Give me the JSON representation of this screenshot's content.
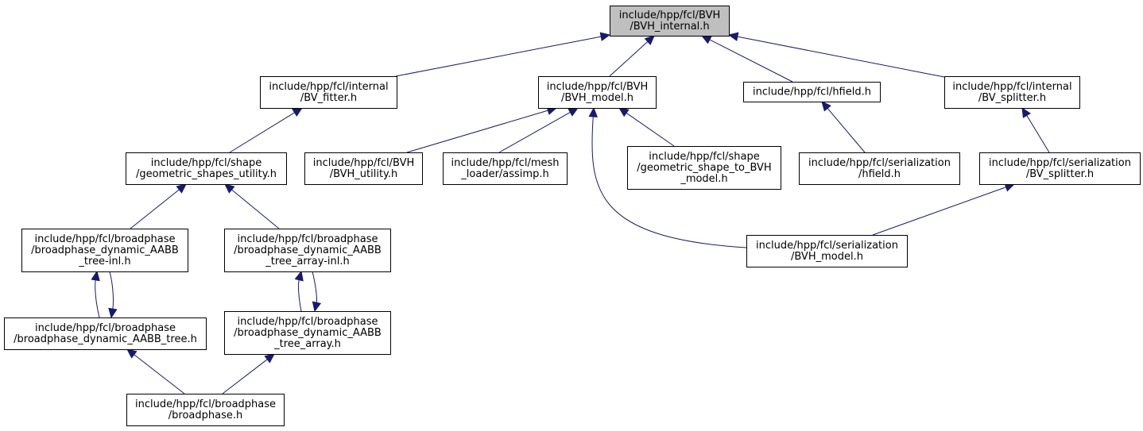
{
  "colors": {
    "edge": "#191970",
    "node_fill": "#ffffff",
    "focus_fill": "#bfbfbf",
    "border": "#000000"
  },
  "nodes": [
    {
      "id": "bvh_internal",
      "lines": [
        "include/hpp/fcl/BVH",
        "/BVH_internal.h"
      ],
      "focus": true
    },
    {
      "id": "bv_fitter",
      "lines": [
        "include/hpp/fcl/internal",
        "/BV_fitter.h"
      ]
    },
    {
      "id": "bvh_model",
      "lines": [
        "include/hpp/fcl/BVH",
        "/BVH_model.h"
      ]
    },
    {
      "id": "hfield",
      "lines": [
        "include/hpp/fcl/hfield.h"
      ]
    },
    {
      "id": "bv_splitter",
      "lines": [
        "include/hpp/fcl/internal",
        "/BV_splitter.h"
      ]
    },
    {
      "id": "geometric_shapes_utility",
      "lines": [
        "include/hpp/fcl/shape",
        "/geometric_shapes_utility.h"
      ]
    },
    {
      "id": "bvh_utility",
      "lines": [
        "include/hpp/fcl/BVH",
        "/BVH_utility.h"
      ]
    },
    {
      "id": "assimp",
      "lines": [
        "include/hpp/fcl/mesh",
        "_loader/assimp.h"
      ]
    },
    {
      "id": "geometric_shape_to_bvh",
      "lines": [
        "include/hpp/fcl/shape",
        "/geometric_shape_to_BVH",
        "_model.h"
      ]
    },
    {
      "id": "ser_hfield",
      "lines": [
        "include/hpp/fcl/serialization",
        "/hfield.h"
      ]
    },
    {
      "id": "ser_bv_splitter",
      "lines": [
        "include/hpp/fcl/serialization",
        "/BV_splitter.h"
      ]
    },
    {
      "id": "tree_inl",
      "lines": [
        "include/hpp/fcl/broadphase",
        "/broadphase_dynamic_AABB",
        "_tree-inl.h"
      ]
    },
    {
      "id": "tree_array_inl",
      "lines": [
        "include/hpp/fcl/broadphase",
        "/broadphase_dynamic_AABB",
        "_tree_array-inl.h"
      ]
    },
    {
      "id": "ser_bvh_model",
      "lines": [
        "include/hpp/fcl/serialization",
        "/BVH_model.h"
      ]
    },
    {
      "id": "tree",
      "lines": [
        "include/hpp/fcl/broadphase",
        "/broadphase_dynamic_AABB_tree.h"
      ]
    },
    {
      "id": "tree_array",
      "lines": [
        "include/hpp/fcl/broadphase",
        "/broadphase_dynamic_AABB",
        "_tree_array.h"
      ]
    },
    {
      "id": "broadphase",
      "lines": [
        "include/hpp/fcl/broadphase",
        "/broadphase.h"
      ]
    }
  ],
  "edges": [
    {
      "from": "bv_fitter",
      "to": "bvh_internal"
    },
    {
      "from": "bvh_model",
      "to": "bvh_internal"
    },
    {
      "from": "hfield",
      "to": "bvh_internal"
    },
    {
      "from": "bv_splitter",
      "to": "bvh_internal"
    },
    {
      "from": "geometric_shapes_utility",
      "to": "bv_fitter"
    },
    {
      "from": "bvh_utility",
      "to": "bvh_model"
    },
    {
      "from": "assimp",
      "to": "bvh_model"
    },
    {
      "from": "geometric_shape_to_bvh",
      "to": "bvh_model"
    },
    {
      "from": "ser_bvh_model",
      "to": "bvh_model"
    },
    {
      "from": "ser_hfield",
      "to": "hfield"
    },
    {
      "from": "ser_bv_splitter",
      "to": "bv_splitter"
    },
    {
      "from": "ser_bvh_model",
      "to": "ser_bv_splitter"
    },
    {
      "from": "tree_inl",
      "to": "geometric_shapes_utility"
    },
    {
      "from": "tree_array_inl",
      "to": "geometric_shapes_utility"
    },
    {
      "from": "tree",
      "to": "tree_inl"
    },
    {
      "from": "tree_inl",
      "to": "tree"
    },
    {
      "from": "tree_array",
      "to": "tree_array_inl"
    },
    {
      "from": "tree_array_inl",
      "to": "tree_array"
    },
    {
      "from": "broadphase",
      "to": "tree"
    },
    {
      "from": "broadphase",
      "to": "tree_array"
    }
  ]
}
